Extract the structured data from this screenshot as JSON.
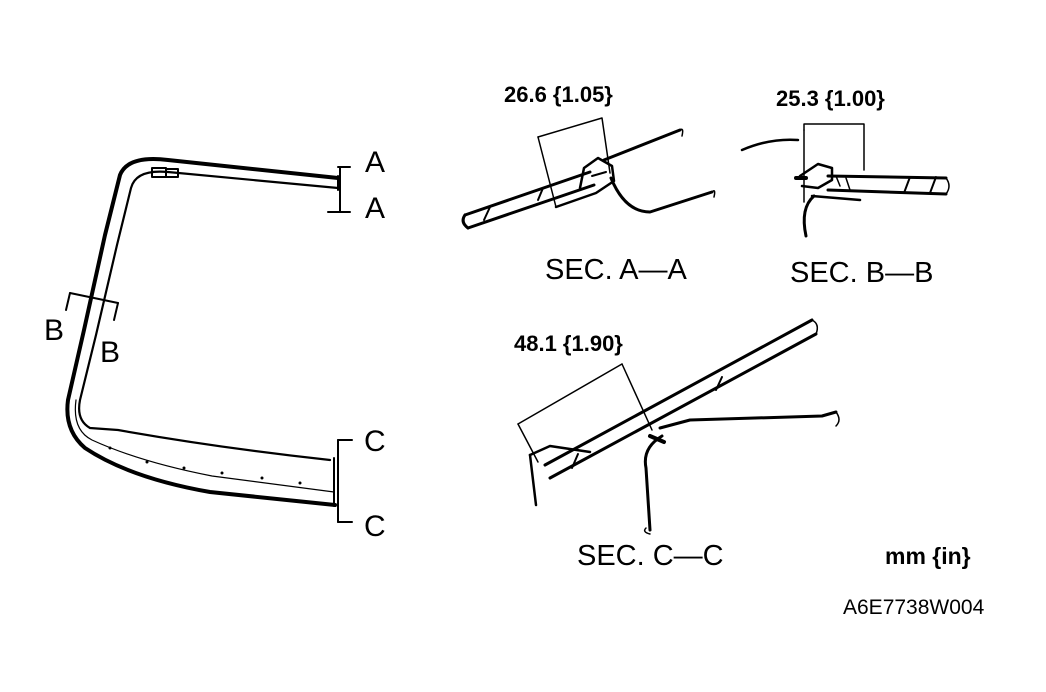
{
  "windshield": {
    "cut_labels": {
      "a_top": "A",
      "a_bottom": "A",
      "b_left": "B",
      "b_right": "B",
      "c_top": "C",
      "c_bottom": "C"
    }
  },
  "sections": {
    "aa": {
      "title": "SEC. A—A",
      "dimension": "26.6 {1.05}"
    },
    "bb": {
      "title": "SEC. B—B",
      "dimension": "25.3 {1.00}"
    },
    "cc": {
      "title": "SEC. C—C",
      "dimension": "48.1 {1.90}"
    }
  },
  "units": "mm {in}",
  "figure_code": "A6E7738W004",
  "colors": {
    "ink": "#000000",
    "paper": "#ffffff"
  }
}
